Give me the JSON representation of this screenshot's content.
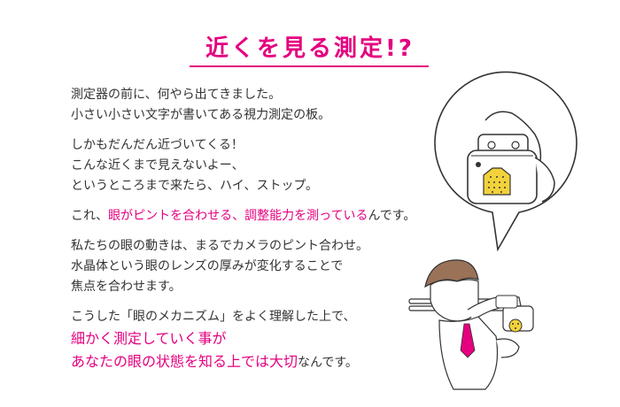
{
  "title": "近くを見る測定!?",
  "paragraphs": [
    {
      "lines": [
        [
          {
            "text": "測定器の前に、何やら出てきました。",
            "pink": false
          }
        ],
        [
          {
            "text": "小さい小さい文字が書いてある視力測定の板。",
            "pink": false
          }
        ]
      ]
    },
    {
      "lines": [
        [
          {
            "text": "しかもだんだん近づいてくる！",
            "pink": false
          }
        ],
        [
          {
            "text": "こんな近くまで見えないよー、",
            "pink": false
          }
        ],
        [
          {
            "text": "というところまで来たら、ハイ、ストップ。",
            "pink": false
          }
        ]
      ]
    },
    {
      "lines": [
        [
          {
            "text": "これ、",
            "pink": false
          },
          {
            "text": "眼がピントを合わせる、調整能力を測っている",
            "pink": true
          },
          {
            "text": "んです。",
            "pink": false
          }
        ]
      ]
    },
    {
      "lines": [
        [
          {
            "text": "私たちの眼の動きは、まるでカメラのピント合わせ。",
            "pink": false
          }
        ],
        [
          {
            "text": "水晶体という眼のレンズの厚みが変化することで",
            "pink": false
          }
        ],
        [
          {
            "text": "焦点を合わせます。",
            "pink": false
          }
        ]
      ]
    },
    {
      "lines": [
        [
          {
            "text": "こうした「眼のメカニズム」をよく理解した上で、",
            "pink": false
          }
        ],
        [
          {
            "text": "細かく測定していく事が",
            "pink": true,
            "big": true
          }
        ],
        [
          {
            "text": "あなたの眼の状態を知る上では大切",
            "pink": true,
            "big": true
          },
          {
            "text": "なんです。",
            "pink": false
          }
        ]
      ]
    }
  ],
  "colors": {
    "accent": "#e4007f",
    "text": "#333333",
    "chart_yellow": "#f2d23a",
    "hair": "#9a7258"
  },
  "illustration": {
    "icons": [
      "eye-chart-card-icon",
      "examiner-person-icon",
      "speech-bubble-icon"
    ]
  }
}
